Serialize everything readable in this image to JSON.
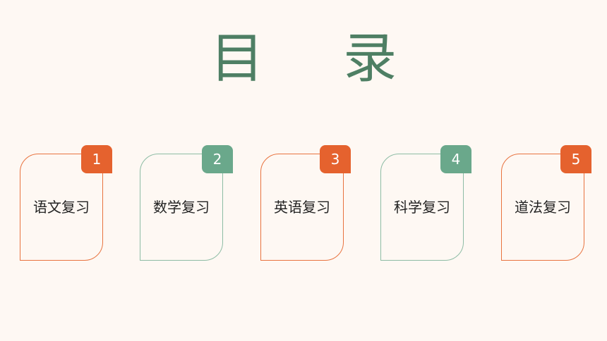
{
  "title": "目 录",
  "items": [
    {
      "number": "1",
      "label": "语文复习",
      "color": "#e5622e"
    },
    {
      "number": "2",
      "label": "数学复习",
      "color": "#6aa88b"
    },
    {
      "number": "3",
      "label": "英语复习",
      "color": "#e5622e"
    },
    {
      "number": "4",
      "label": "科学复习",
      "color": "#6aa88b"
    },
    {
      "number": "5",
      "label": "道法复习",
      "color": "#e5622e"
    }
  ]
}
